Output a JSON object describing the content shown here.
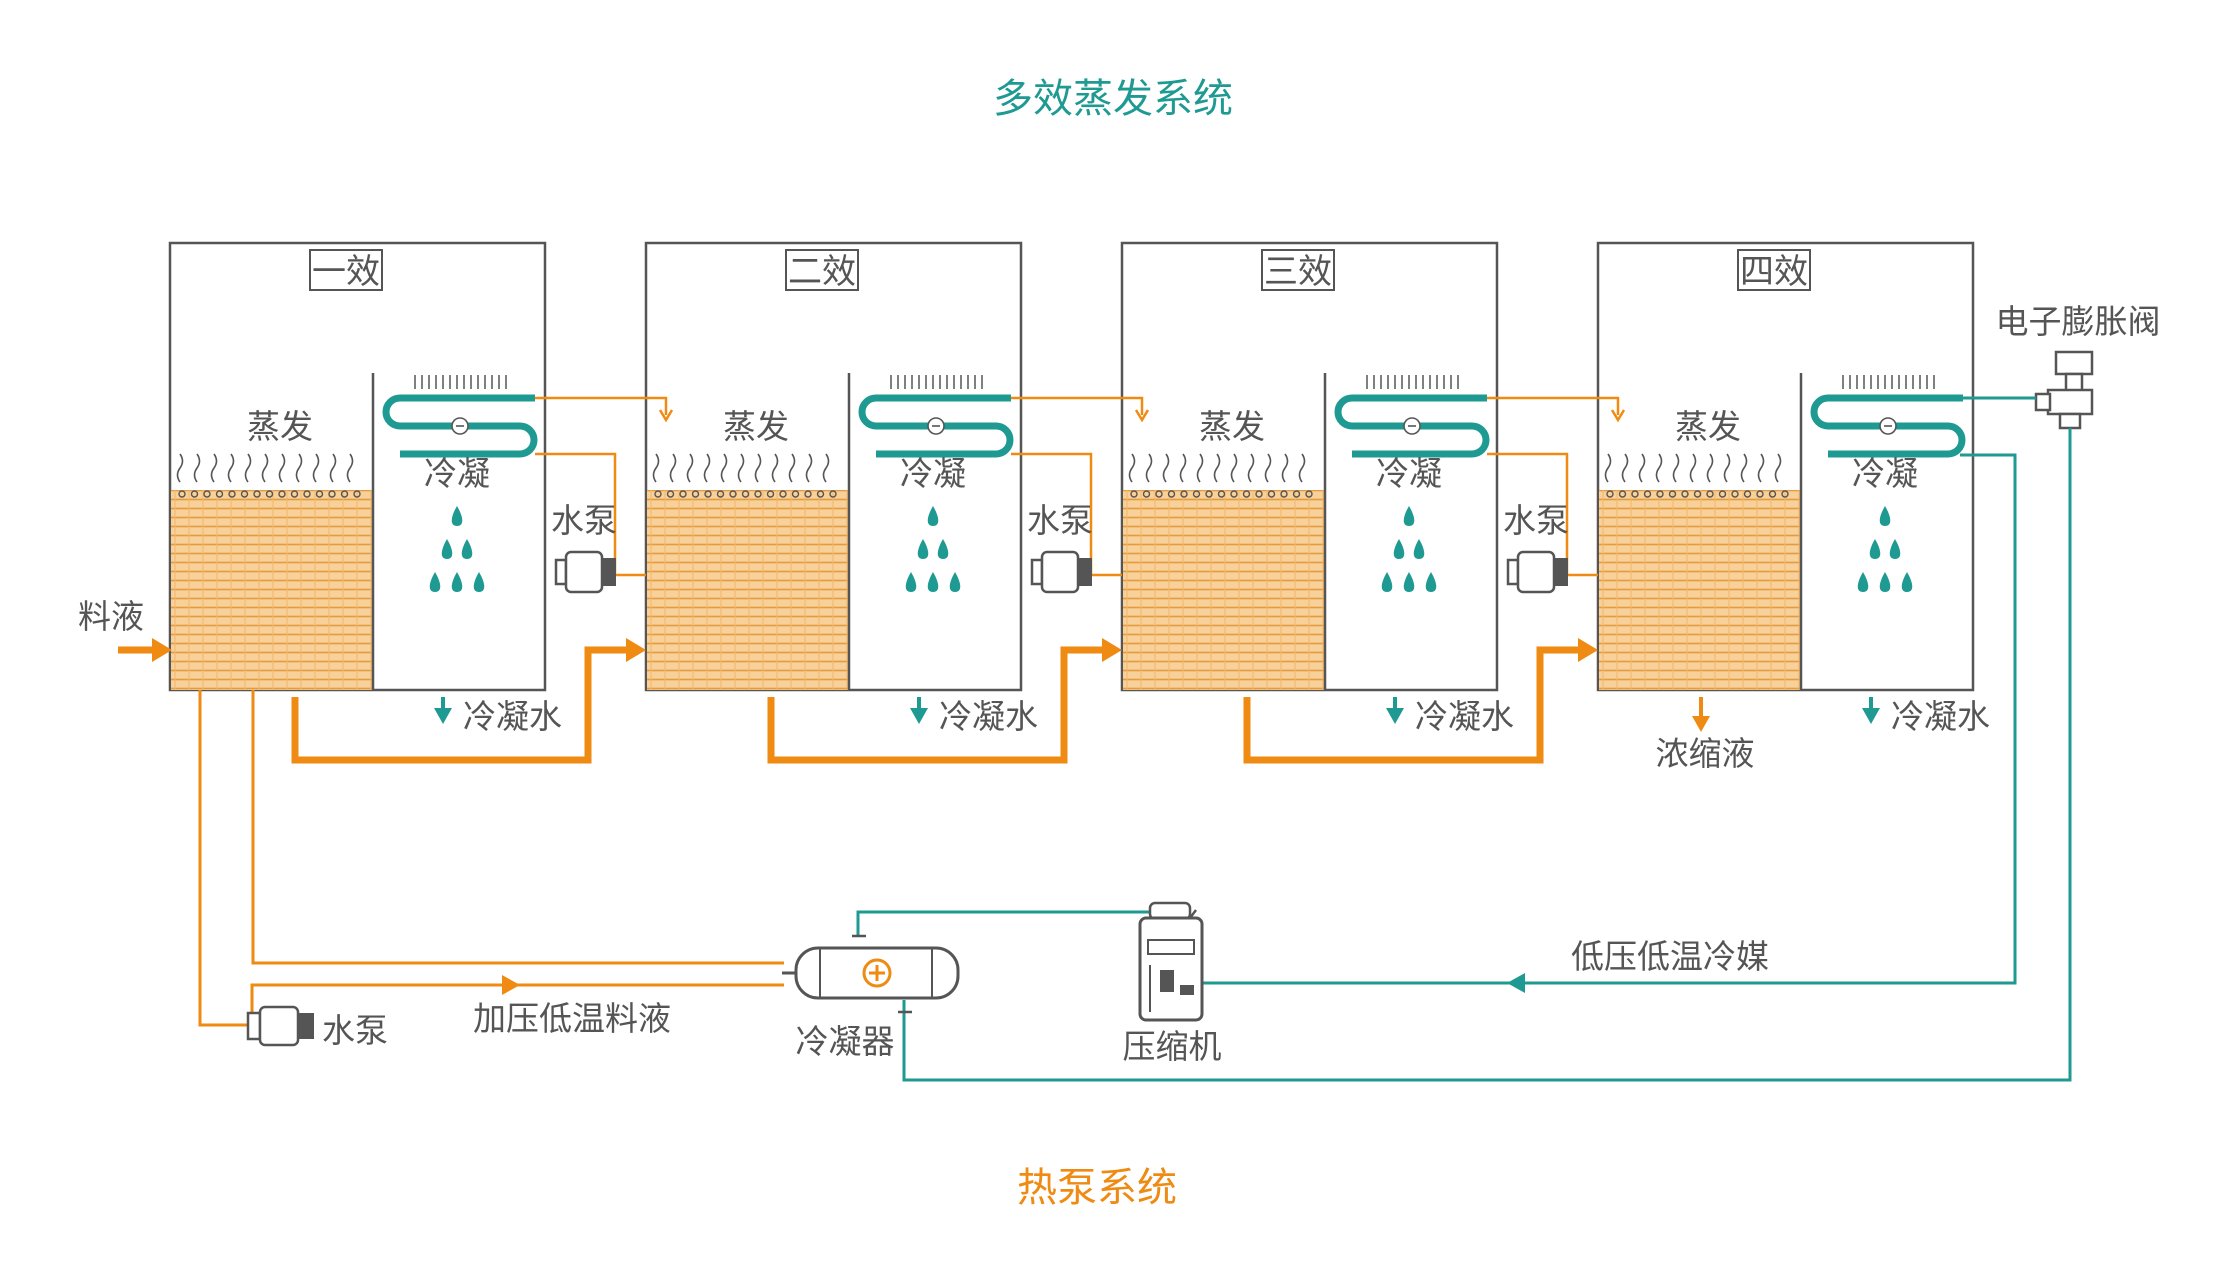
{
  "titles": {
    "top": "多效蒸发系统",
    "bottom": "热泵系统"
  },
  "effects": [
    {
      "name": "一效"
    },
    {
      "name": "二效"
    },
    {
      "name": "三效"
    },
    {
      "name": "四效"
    }
  ],
  "labels": {
    "evaporation": "蒸发",
    "condensation": "冷凝",
    "condensate_water": "冷凝水",
    "pump": "水泵",
    "feed_liquid": "料液",
    "concentrate": "浓缩液",
    "expansion_valve": "电子膨胀阀",
    "low_pressure_refrigerant": "低压低温冷媒",
    "pressurized_feed": "加压低温料液",
    "condenser": "冷凝器",
    "compressor": "压缩机"
  },
  "colors": {
    "steam_line": "#ef8a12",
    "refrigerant_line": "#1f9a92",
    "liquid_fill": "#f7c98a",
    "droplet": "#1f9a92",
    "box_border": "#555555"
  }
}
